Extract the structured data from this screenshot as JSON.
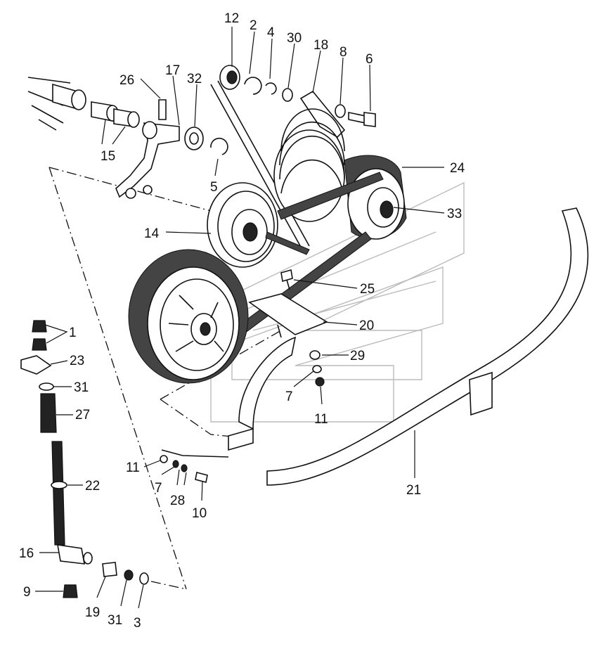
{
  "labels": {
    "p1": "1",
    "p2": "2",
    "p3": "3",
    "p4": "4",
    "p5": "5",
    "p6": "6",
    "p7a": "7",
    "p7b": "7",
    "p8": "8",
    "p9": "9",
    "p10": "10",
    "p11a": "11",
    "p11b": "11",
    "p12": "12",
    "p14": "14",
    "p15": "15",
    "p16": "16",
    "p17": "17",
    "p18": "18",
    "p19": "19",
    "p20": "20",
    "p21": "21",
    "p22": "22",
    "p23": "23",
    "p24": "24",
    "p25": "25",
    "p26": "26",
    "p27": "27",
    "p28": "28",
    "p29": "29",
    "p30": "30",
    "p31a": "31",
    "p31b": "31",
    "p32": "32",
    "p33": "33"
  }
}
